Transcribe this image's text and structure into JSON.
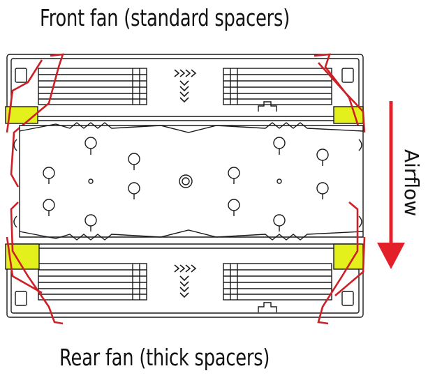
{
  "labels": {
    "front_fan": "Front fan (standard spacers)",
    "rear_fan": "Rear fan (thick spacers)",
    "airflow": "Airflow"
  },
  "colors": {
    "spacer": "#e4f01c",
    "clip": "#cc2027",
    "arrow": "#e3202a",
    "line": "#1a1a1a"
  },
  "icons": {
    "airflow_arrow": "down-arrow",
    "flow_chevrons": "chevron-stack"
  }
}
